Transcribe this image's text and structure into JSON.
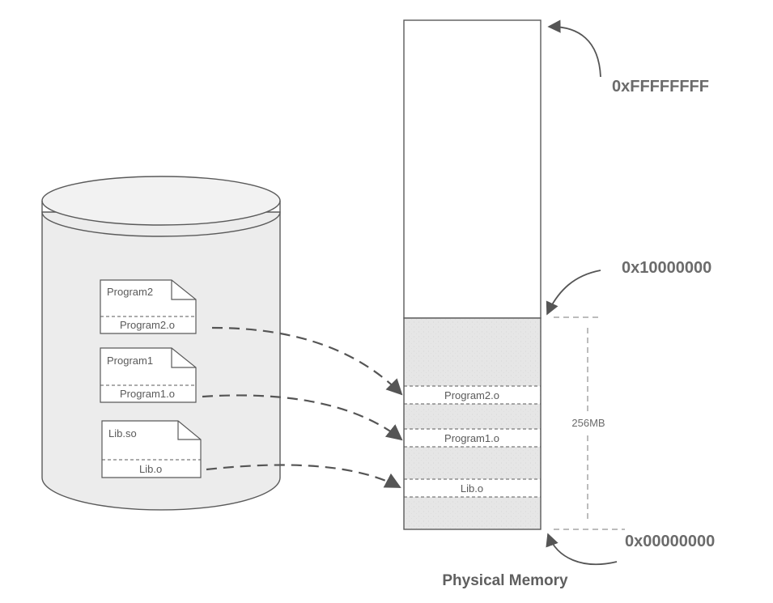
{
  "disk": {
    "files": [
      {
        "name": "Program2",
        "object": "Program2.o"
      },
      {
        "name": "Program1",
        "object": "Program1.o"
      },
      {
        "name": "Lib.so",
        "object": "Lib.o"
      }
    ]
  },
  "memory": {
    "segments": [
      "Program2.o",
      "Program1.o",
      "Lib.o"
    ],
    "size_label": "256MB",
    "caption": "Physical Memory"
  },
  "addresses": {
    "top": "0xFFFFFFFF",
    "limit": "0x10000000",
    "base": "0x00000000"
  },
  "colors": {
    "line": "#5a5a5a",
    "arrow": "#555555",
    "disk_fill": "#ececec",
    "used_memory_fill": "#e6e6e6",
    "paper": "#ffffff"
  }
}
